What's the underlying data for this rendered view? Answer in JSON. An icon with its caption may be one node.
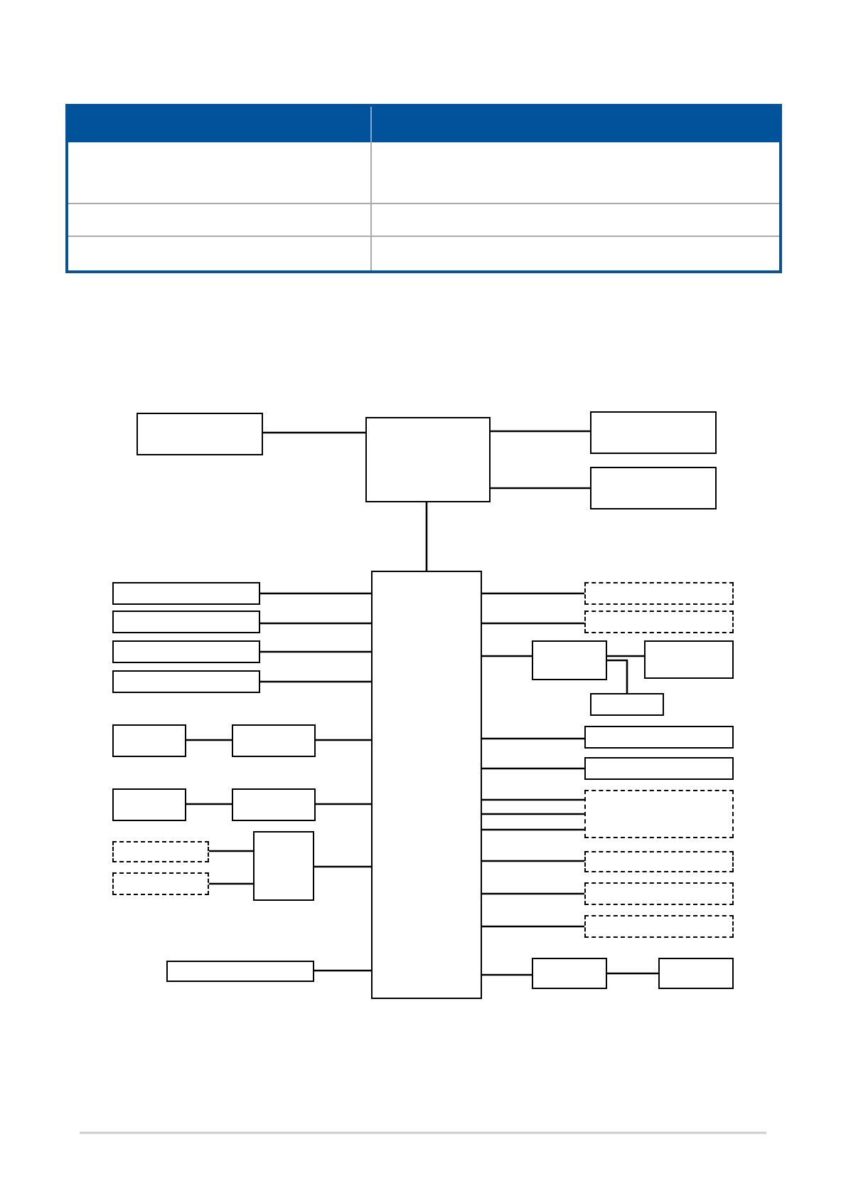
{
  "diagram": {
    "nodes": [
      {
        "text": [],
        "shape": "box"
      },
      {
        "text": [],
        "shape": "box"
      },
      {
        "text": [],
        "shape": "box"
      },
      {
        "text": [],
        "shape": "box"
      },
      {
        "text": [],
        "shape": "box"
      },
      {
        "text": [],
        "shape": "box"
      },
      {
        "text": [],
        "shape": "box"
      },
      {
        "text": [],
        "shape": "box"
      },
      {
        "text": [],
        "shape": "box"
      },
      {
        "text": [],
        "shape": "box"
      },
      {
        "text": [],
        "shape": "box"
      },
      {
        "text": [],
        "shape": "box"
      },
      {
        "text": [],
        "shape": "box"
      },
      {
        "text": [],
        "shape": "box"
      },
      {
        "text": [],
        "shape": "box"
      },
      {
        "text": [],
        "shape": "box"
      },
      {
        "text": [],
        "shape": "box"
      },
      {
        "text": [],
        "shape": "box"
      },
      {
        "text": [],
        "shape": "box"
      },
      {
        "text": [],
        "shape": "box"
      },
      {
        "text": [],
        "shape": "box"
      },
      {
        "text": [],
        "shape": "box"
      },
      {
        "text": [],
        "shape": "box"
      },
      {
        "text": [],
        "shape": "box"
      },
      {
        "text": [],
        "shape": "box"
      },
      {
        "text": [],
        "shape": "box"
      },
      {
        "text": [],
        "shape": "box"
      },
      {
        "text": [],
        "shape": "box"
      },
      {
        "text": [],
        "shape": "box"
      },
      {
        "text": [],
        "shape": "box"
      }
    ],
    "edges": [
      {
        "from": 0,
        "to": 1,
        "arrow": "none"
      },
      {
        "from": 1,
        "to": 2,
        "arrow": "none"
      },
      {
        "from": 1,
        "to": 3,
        "arrow": "none"
      },
      {
        "from": 1,
        "to": 4,
        "arrow": "none"
      },
      {
        "from": 5,
        "to": 4,
        "arrow": "none"
      },
      {
        "from": 6,
        "to": 4,
        "arrow": "none"
      },
      {
        "from": 7,
        "to": 4,
        "arrow": "none"
      },
      {
        "from": 8,
        "to": 4,
        "arrow": "none"
      },
      {
        "from": 9,
        "to": 10,
        "arrow": "none"
      },
      {
        "from": 10,
        "to": 4,
        "arrow": "none"
      },
      {
        "from": 11,
        "to": 12,
        "arrow": "none"
      },
      {
        "from": 12,
        "to": 4,
        "arrow": "none"
      },
      {
        "from": 13,
        "to": 15,
        "arrow": "none"
      },
      {
        "from": 14,
        "to": 15,
        "arrow": "none"
      },
      {
        "from": 15,
        "to": 4,
        "arrow": "none"
      },
      {
        "from": 16,
        "to": 4,
        "arrow": "none"
      },
      {
        "from": 4,
        "to": 17,
        "arrow": "none"
      },
      {
        "from": 4,
        "to": 18,
        "arrow": "none"
      },
      {
        "from": 4,
        "to": 19,
        "arrow": "none"
      },
      {
        "from": 19,
        "to": 20,
        "arrow": "none"
      },
      {
        "from": 19,
        "to": 21,
        "arrow": "none"
      },
      {
        "from": 4,
        "to": 22,
        "arrow": "none"
      },
      {
        "from": 4,
        "to": 23,
        "arrow": "none"
      },
      {
        "from": 4,
        "to": 24,
        "arrow": "none"
      },
      {
        "from": 4,
        "to": 24,
        "arrow": "none"
      },
      {
        "from": 4,
        "to": 24,
        "arrow": "none"
      },
      {
        "from": 4,
        "to": 25,
        "arrow": "none"
      },
      {
        "from": 4,
        "to": 26,
        "arrow": "none"
      },
      {
        "from": 4,
        "to": 27,
        "arrow": "none"
      },
      {
        "from": 4,
        "to": 28,
        "arrow": "none"
      },
      {
        "from": 28,
        "to": 29,
        "arrow": "none"
      }
    ]
  }
}
